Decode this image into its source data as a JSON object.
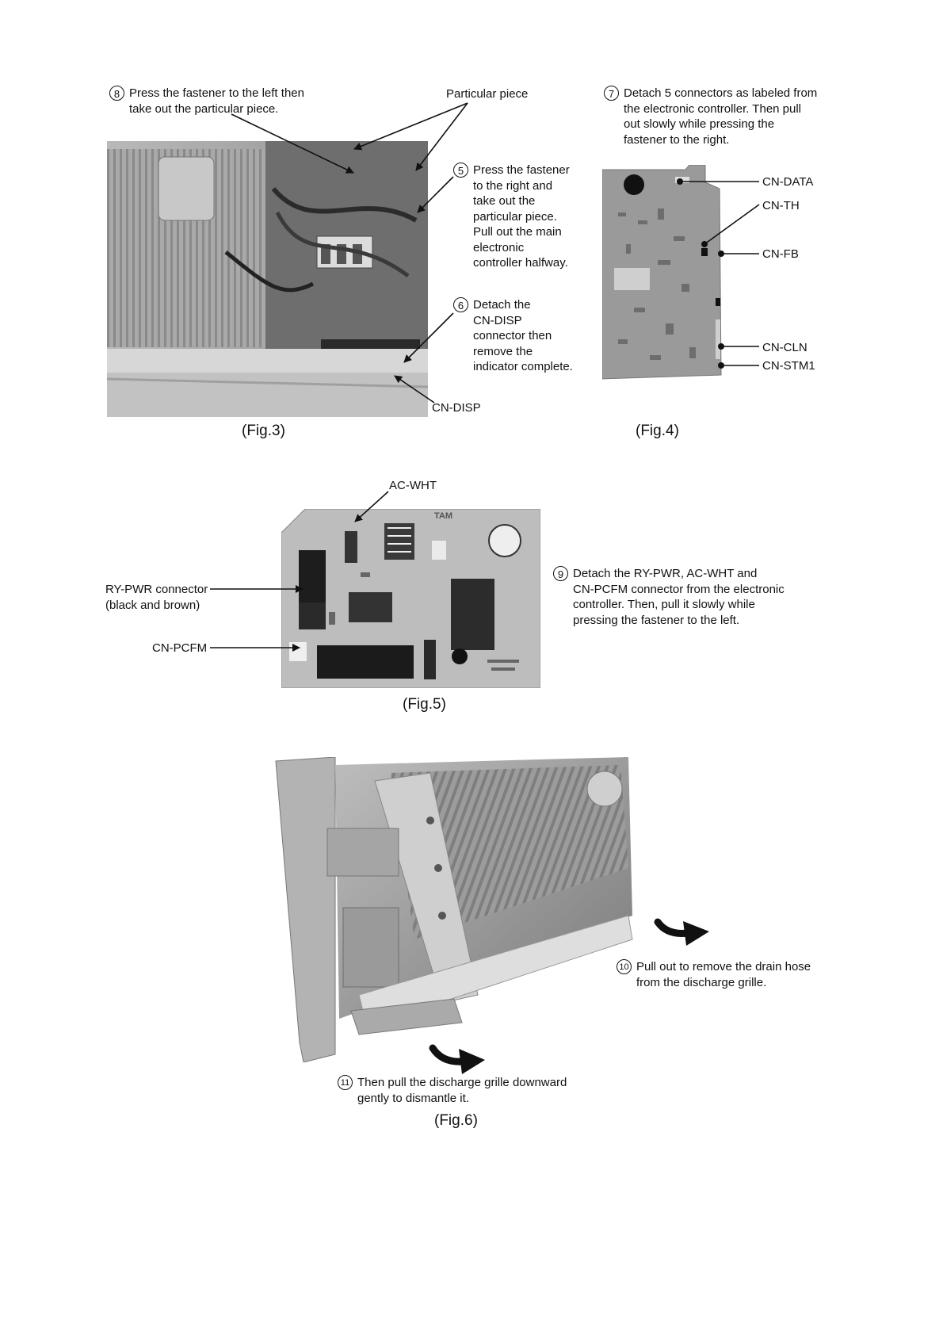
{
  "figures": {
    "fig3": {
      "caption": "(Fig.3)",
      "step8": {
        "num": "8",
        "lines": [
          "Press the fastener to the left then",
          "take out the particular piece."
        ]
      },
      "particular_piece_label": "Particular piece",
      "step5": {
        "num": "5",
        "lines": [
          "Press the fastener",
          "to the right and",
          "take out the",
          "particular piece.",
          "Pull out the main",
          "electronic",
          "controller halfway."
        ]
      },
      "step6": {
        "num": "6",
        "lines": [
          "Detach the",
          "CN-DISP",
          "connector then",
          "remove the",
          "indicator complete."
        ]
      },
      "cn_disp_label": "CN-DISP"
    },
    "fig4": {
      "caption": "(Fig.4)",
      "step7": {
        "num": "7",
        "lines": [
          "Detach 5 connectors as labeled from",
          "the electronic controller. Then pull",
          "out slowly while pressing the",
          "fastener to the right."
        ]
      },
      "connectors": [
        "CN-DATA",
        "CN-TH",
        "CN-FB",
        "CN-CLN",
        "CN-STM1"
      ]
    },
    "fig5": {
      "caption": "(Fig.5)",
      "ac_wht_label": "AC-WHT",
      "board_print": "TAM",
      "ry_pwr_lines": [
        "RY-PWR connector",
        "(black and brown)"
      ],
      "cn_pcfm_label": "CN-PCFM",
      "step9": {
        "num": "9",
        "lines": [
          "Detach the RY-PWR, AC-WHT and",
          "CN-PCFM connector from the electronic",
          "controller. Then, pull it slowly while",
          "pressing the fastener to the left."
        ]
      }
    },
    "fig6": {
      "caption": "(Fig.6)",
      "step10": {
        "num": "10",
        "lines": [
          "Pull out to remove the drain hose",
          "from the discharge grille."
        ]
      },
      "step11": {
        "num": "11",
        "lines": [
          "Then pull the discharge grille downward",
          "gently to dismantle it."
        ]
      }
    }
  }
}
